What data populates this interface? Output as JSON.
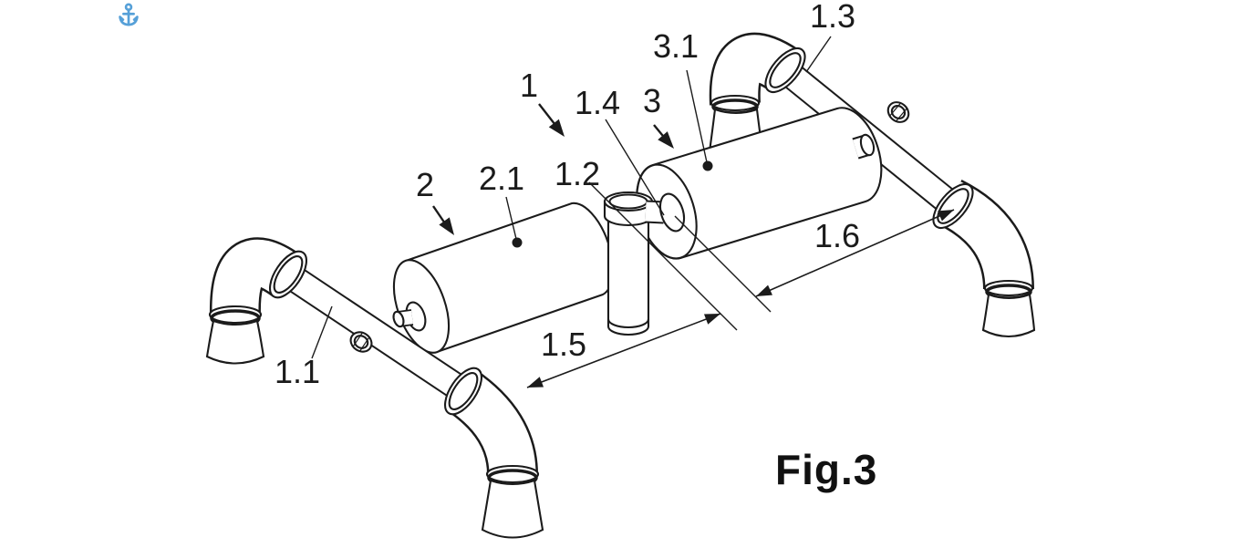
{
  "page": {
    "background_color": "#ffffff",
    "line_color": "#1b1b1b",
    "anchor_icon_color": "#56a0d8"
  },
  "figure": {
    "caption": "Fig.3",
    "drawing_type": "isometric patent line drawing",
    "labels": [
      {
        "id": "1",
        "text": "1"
      },
      {
        "id": "1.1",
        "text": "1.1"
      },
      {
        "id": "1.2",
        "text": "1.2"
      },
      {
        "id": "1.3",
        "text": "1.3"
      },
      {
        "id": "1.4",
        "text": "1.4"
      },
      {
        "id": "1.5",
        "text": "1.5"
      },
      {
        "id": "1.6",
        "text": "1.6"
      },
      {
        "id": "2",
        "text": "2"
      },
      {
        "id": "2.1",
        "text": "2.1"
      },
      {
        "id": "3",
        "text": "3"
      },
      {
        "id": "3.1",
        "text": "3.1"
      }
    ]
  }
}
